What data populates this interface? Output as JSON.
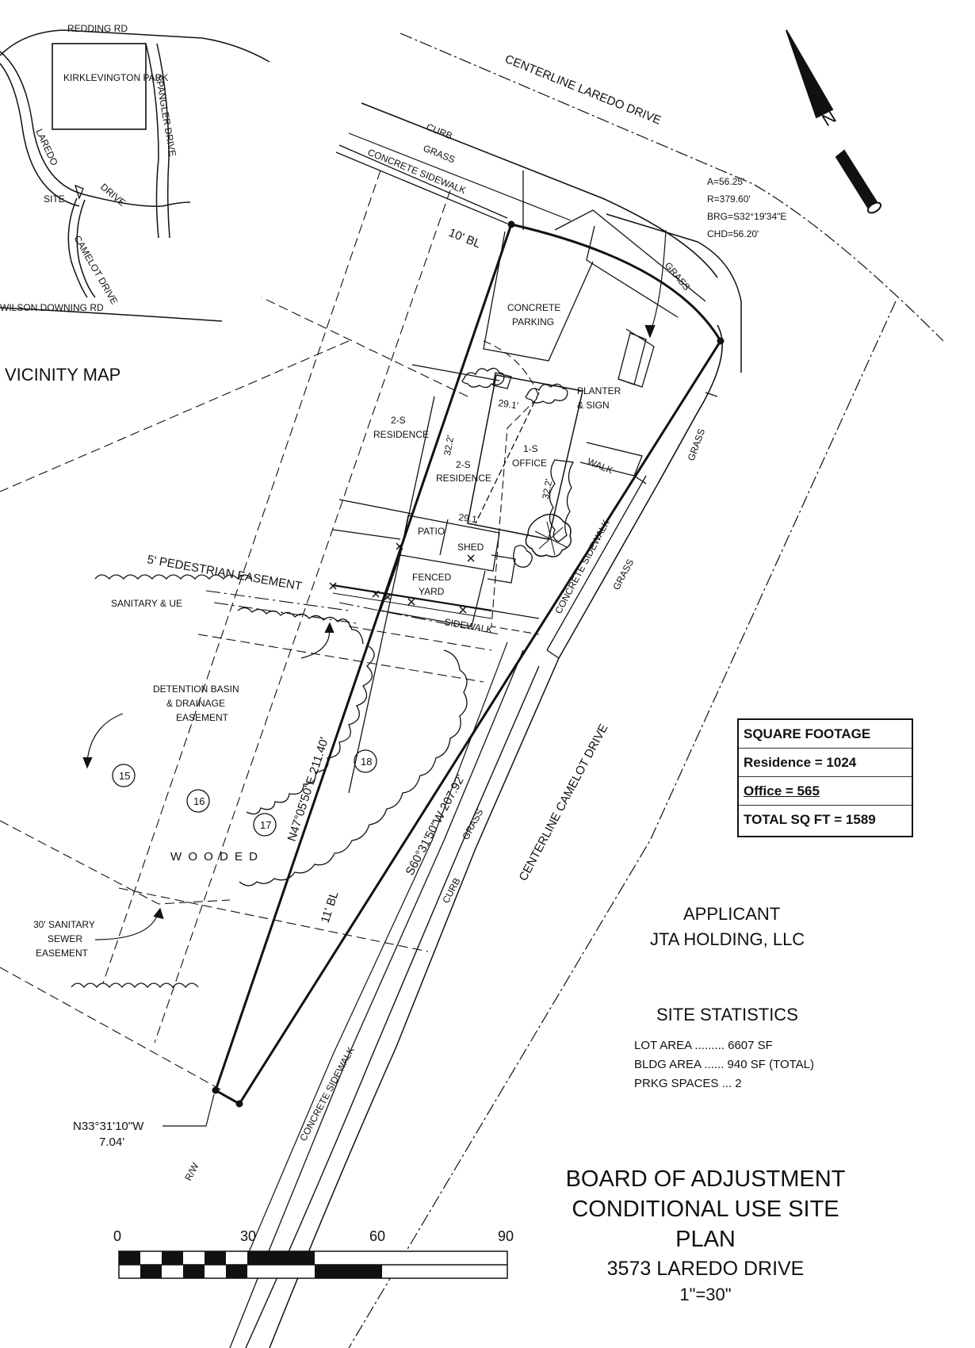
{
  "vicinity_map": {
    "title": "VICINITY MAP",
    "roads": [
      "REDDING RD",
      "SPANGLER DRIVE",
      "LAREDO",
      "DRIVE",
      "CAMELOT DRIVE",
      "WILSON DOWNING RD"
    ],
    "park": "KIRKLEVINGTON PARK",
    "site": "SITE"
  },
  "plan_labels": {
    "centerline_laredo": "CENTERLINE LAREDO DRIVE",
    "curb": "CURB",
    "grass": "GRASS",
    "concrete_sidewalk": "CONCRETE SIDEWALK",
    "bl_10": "10' BL",
    "curve_data": [
      "A=56.25'",
      "R=379.60'",
      "BRG=S32°19'34\"E",
      "CHD=56.20'"
    ],
    "concrete_parking": "CONCRETE PARKING",
    "planter_sign": "PLANTER & SIGN",
    "residence_2s": "2-S RESIDENCE",
    "office_1s": "1-S OFFICE",
    "walk": "WALK",
    "dim_29_1": "29.1'",
    "dim_32_2": "32.2'",
    "patio": "PATIO",
    "shed": "SHED",
    "fenced_yard": "FENCED YARD",
    "pedestrian_easement": "5' PEDESTRIAN EASEMENT",
    "sanitary_ue": "SANITARY & UE",
    "sidewalk": "SIDEWALK",
    "detention": "DETENTION BASIN & DRAINAGE EASEMENT",
    "bearing_n47": "N47°05'50\"E  211.40'",
    "bearing_s60": "S60°31'50\"W  207.92'",
    "bl_11": "11' BL",
    "wooded": "W O O D E D",
    "lot_numbers": [
      "15",
      "16",
      "17",
      "18"
    ],
    "centerline_camelot": "CENTERLINE CAMELOT DRIVE",
    "sanitary_sewer": "30' SANITARY SEWER EASEMENT",
    "bearing_n33": "N33°31'10\"W",
    "bearing_n33_dist": "7.04'",
    "rw": "R/W",
    "north": "N"
  },
  "square_footage": {
    "title": "SQUARE FOOTAGE",
    "residence": "Residence = 1024",
    "office": "Office = 565",
    "total": "TOTAL SQ FT = 1589"
  },
  "applicant": {
    "label": "APPLICANT",
    "name": "JTA HOLDING, LLC"
  },
  "site_statistics": {
    "title": "SITE STATISTICS",
    "lot_area": "LOT AREA ......... 6607 SF",
    "bldg_area": "BLDG AREA ...... 940 SF (TOTAL)",
    "prkg": "PRKG SPACES ... 2"
  },
  "scale_bar": {
    "ticks": [
      "0",
      "30",
      "60",
      "90"
    ]
  },
  "title_block": {
    "line1": "BOARD OF ADJUSTMENT",
    "line2": "CONDITIONAL USE SITE",
    "line3": "PLAN",
    "address": "3573 LAREDO DRIVE",
    "scale": "1\"=30\""
  }
}
